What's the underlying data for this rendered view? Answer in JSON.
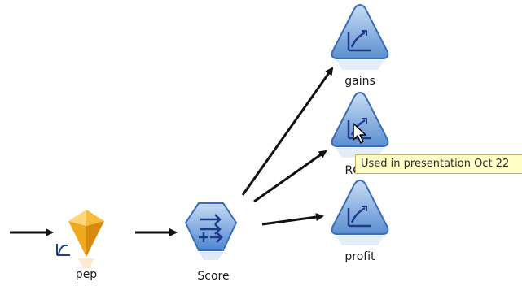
{
  "nodes": {
    "pep": {
      "label": "pep",
      "type": "model-nugget"
    },
    "score": {
      "label": "Score",
      "type": "process"
    },
    "gains": {
      "label": "gains",
      "type": "graph"
    },
    "roi": {
      "label": "ROI",
      "type": "graph"
    },
    "profit": {
      "label": "profit",
      "type": "graph"
    }
  },
  "tooltip": {
    "text": "Used in presentation Oct 22"
  },
  "colors": {
    "graph_blue": "#5b8fd0",
    "graph_blue_light": "#c7dcf5",
    "nugget_gold": "#f0a81e",
    "nugget_gold_light": "#ffd77a",
    "score_blue": "#6a9fe0",
    "tooltip_bg": "#ffffc8",
    "arrow": "#111111"
  },
  "icons": {
    "graph_icon": "graph-line-icon",
    "score_icon": "score-arrows-icon",
    "nugget_icon": "model-nugget-icon",
    "cursor_icon": "mouse-pointer-icon"
  }
}
